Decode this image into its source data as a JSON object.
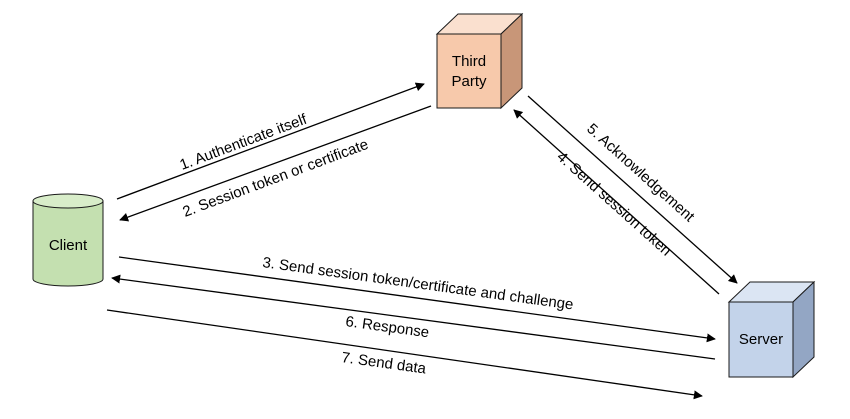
{
  "nodes": {
    "third_party": {
      "label_lines": [
        "Third",
        "Party"
      ],
      "front": "#f7c9ab",
      "top": "#fae0cf",
      "side": "#c89678",
      "stroke": "#1a1a1a"
    },
    "client": {
      "label": "Client",
      "fill": "#c4e0b0",
      "top": "#d8edc9",
      "stroke": "#1a1a1a"
    },
    "server": {
      "label": "Server",
      "front": "#c3d3ea",
      "top": "#dbe5f3",
      "side": "#93a6c4",
      "stroke": "#1a1a1a"
    }
  },
  "edges": [
    {
      "id": "authenticate",
      "label": "1.  Authenticate itself"
    },
    {
      "id": "session-token-cert",
      "label": "2. Session token or certificate"
    },
    {
      "id": "send-token-challenge",
      "label": "3. Send session token/certificate and challenge"
    },
    {
      "id": "send-session-token",
      "label": "4. Send session token"
    },
    {
      "id": "acknowledgement",
      "label": "5. Acknowledgement"
    },
    {
      "id": "response",
      "label": "6. Response"
    },
    {
      "id": "send-data",
      "label": "7. Send data"
    }
  ]
}
